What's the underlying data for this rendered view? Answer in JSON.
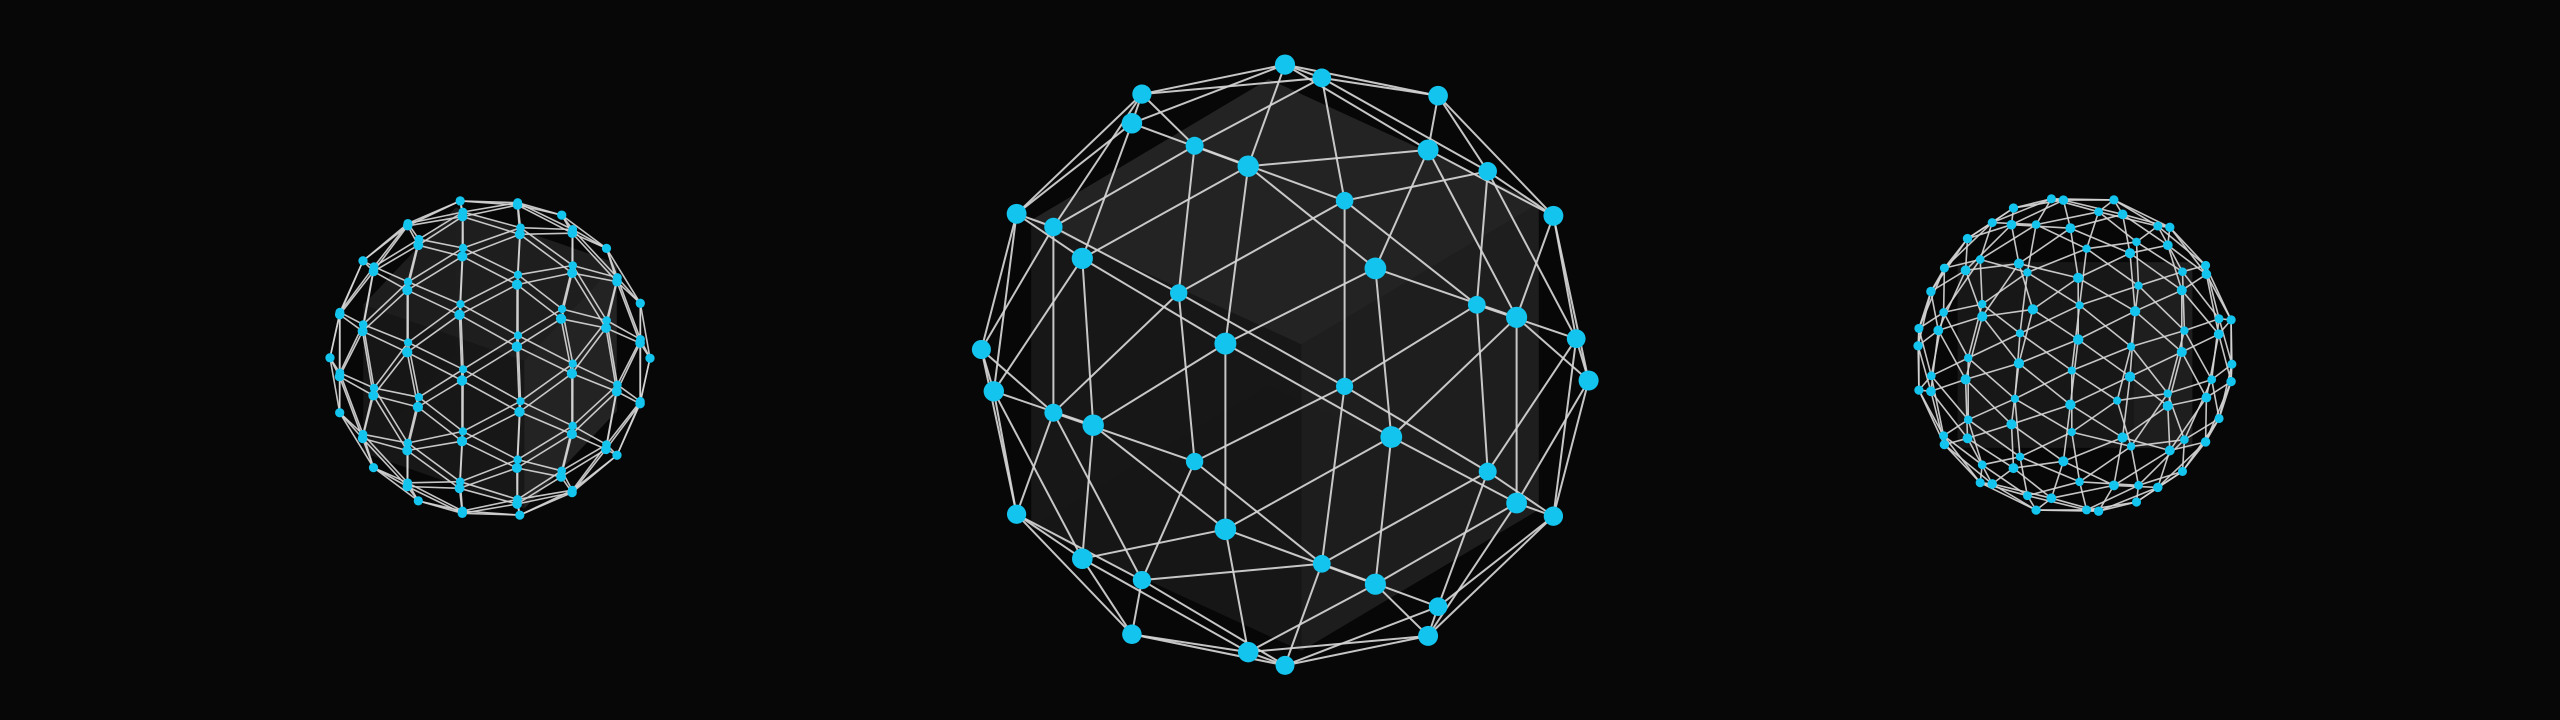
{
  "scene": {
    "background": "#070707",
    "node_color": "#13c4ee",
    "edge_color": "#d6d6d6",
    "cube_face_colors": [
      "#242424",
      "#1e1e1e",
      "#161616"
    ],
    "spheres": [
      {
        "name": "left-geodesic-sphere",
        "detail": "frequency-3",
        "relative_scale": "small"
      },
      {
        "name": "center-geodesic-sphere",
        "detail": "frequency-2",
        "relative_scale": "large"
      },
      {
        "name": "right-geodesic-sphere",
        "detail": "frequency-3",
        "relative_scale": "small"
      }
    ]
  }
}
